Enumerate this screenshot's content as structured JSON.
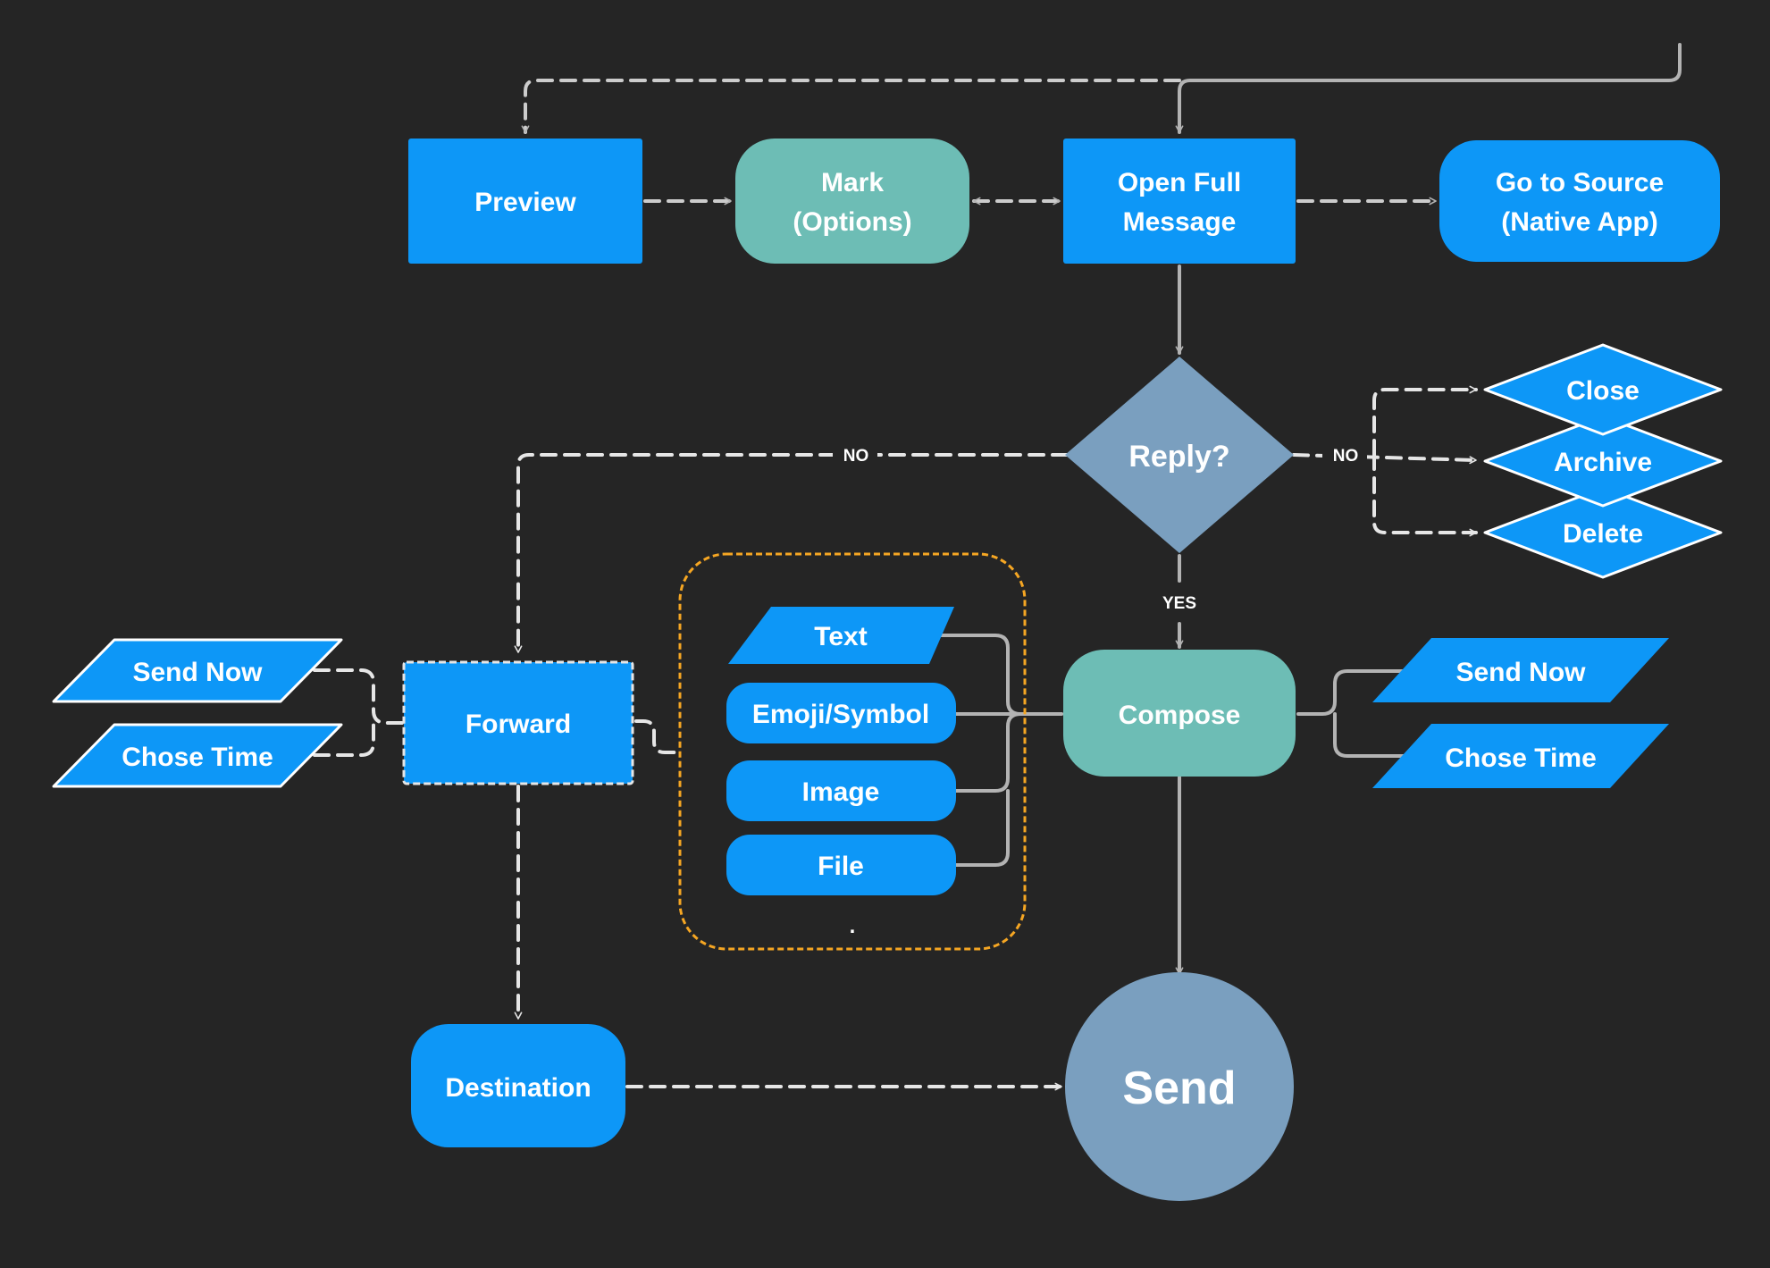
{
  "colors": {
    "background": "#252525",
    "process_blue": "#0d97f7",
    "teal": "#6dbdb5",
    "slate": "#7a9fbf",
    "group_border": "#f5a623",
    "connector": "#b3b3b3"
  },
  "nodes": {
    "preview": "Preview",
    "mark": [
      "Mark",
      "(Options)"
    ],
    "open_full_message": [
      "Open Full",
      "Message"
    ],
    "go_to_source": [
      "Go to Source",
      "(Native App)"
    ],
    "reply": "Reply?",
    "close": "Close",
    "archive": "Archive",
    "delete": "Delete",
    "forward": "Forward",
    "send_now_left": "Send Now",
    "chose_time_left": "Chose Time",
    "text": "Text",
    "emoji_symbol": "Emoji/Symbol",
    "image": "Image",
    "file": "File",
    "compose": "Compose",
    "send_now_right": "Send Now",
    "chose_time_right": "Chose Time",
    "destination": "Destination",
    "send": "Send"
  },
  "edge_labels": {
    "reply_no_left": "NO",
    "reply_no_right": "NO",
    "reply_yes": "YES"
  },
  "group_dot": "."
}
